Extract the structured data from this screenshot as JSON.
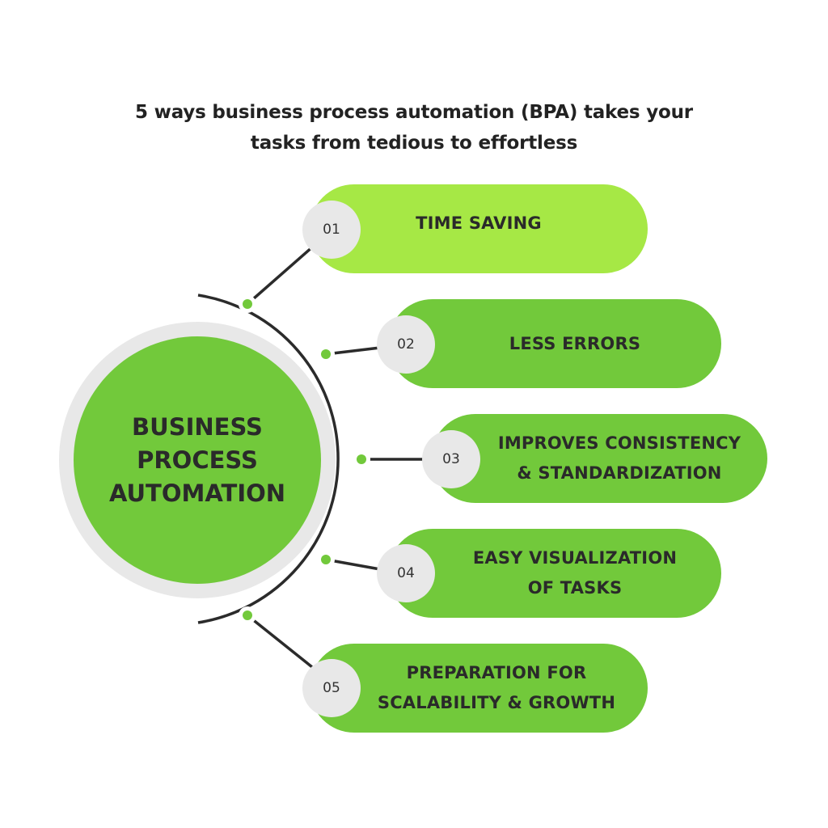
{
  "title": {
    "line1": "5 ways business process automation (BPA) takes your",
    "line2": "tasks from tedious to effortless"
  },
  "hub": {
    "lines": [
      "BUSINESS",
      "PROCESS",
      "AUTOMATION"
    ]
  },
  "items": [
    {
      "number": "01",
      "lines": [
        "TIME SAVING"
      ]
    },
    {
      "number": "02",
      "lines": [
        "LESS ERRORS"
      ]
    },
    {
      "number": "03",
      "lines": [
        "IMPROVES CONSISTENCY",
        "& STANDARDIZATION"
      ]
    },
    {
      "number": "04",
      "lines": [
        "EASY VISUALIZATION",
        "OF TASKS"
      ]
    },
    {
      "number": "05",
      "lines": [
        "PREPARATION FOR",
        "SCALABILITY & GROWTH"
      ]
    }
  ],
  "colors": {
    "primary_green": "#72c93b",
    "light_green": "#a6e845",
    "badge_gray": "#e8e8e8",
    "text_dark": "#2a2a2a",
    "line_dark": "#2b2b2b"
  }
}
